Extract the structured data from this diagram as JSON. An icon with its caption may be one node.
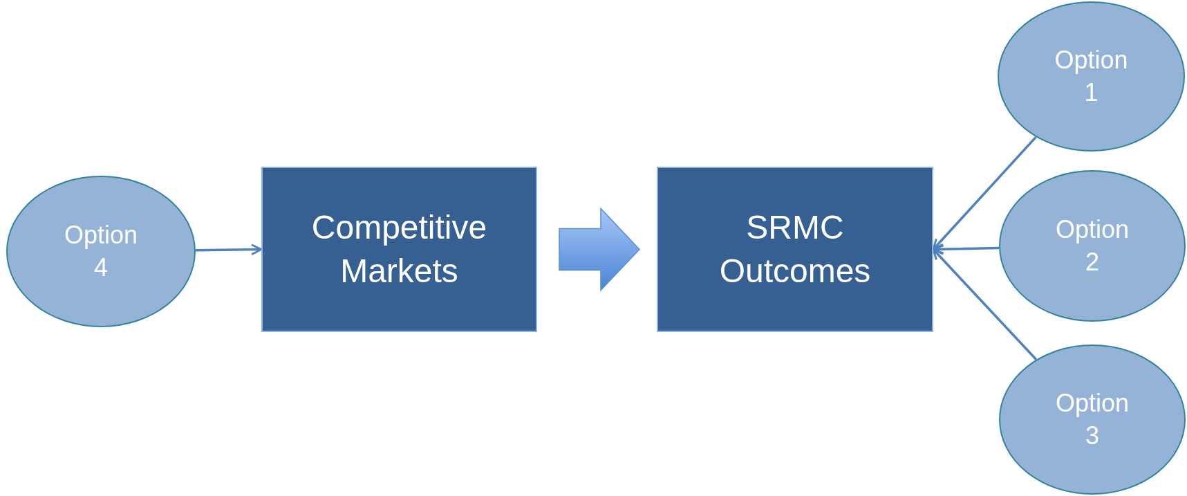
{
  "diagram": {
    "nodes": [
      {
        "text": [
          "Option 4"
        ]
      },
      {
        "text": [
          "Competitive Markets"
        ]
      },
      {
        "text": [
          "SRMC Outcomes"
        ]
      },
      {
        "text": [
          "Option 1"
        ]
      },
      {
        "text": [
          "Option 2"
        ]
      },
      {
        "text": [
          "Option 3"
        ]
      }
    ],
    "edges": [
      {
        "from": 0,
        "to": 1,
        "arrow": "to"
      },
      {
        "from": 1,
        "to": 2,
        "arrow": "to",
        "style": "thick"
      },
      {
        "from": 3,
        "to": 2,
        "arrow": "to"
      },
      {
        "from": 4,
        "to": 2,
        "arrow": "to"
      },
      {
        "from": 5,
        "to": 2,
        "arrow": "to"
      }
    ]
  }
}
